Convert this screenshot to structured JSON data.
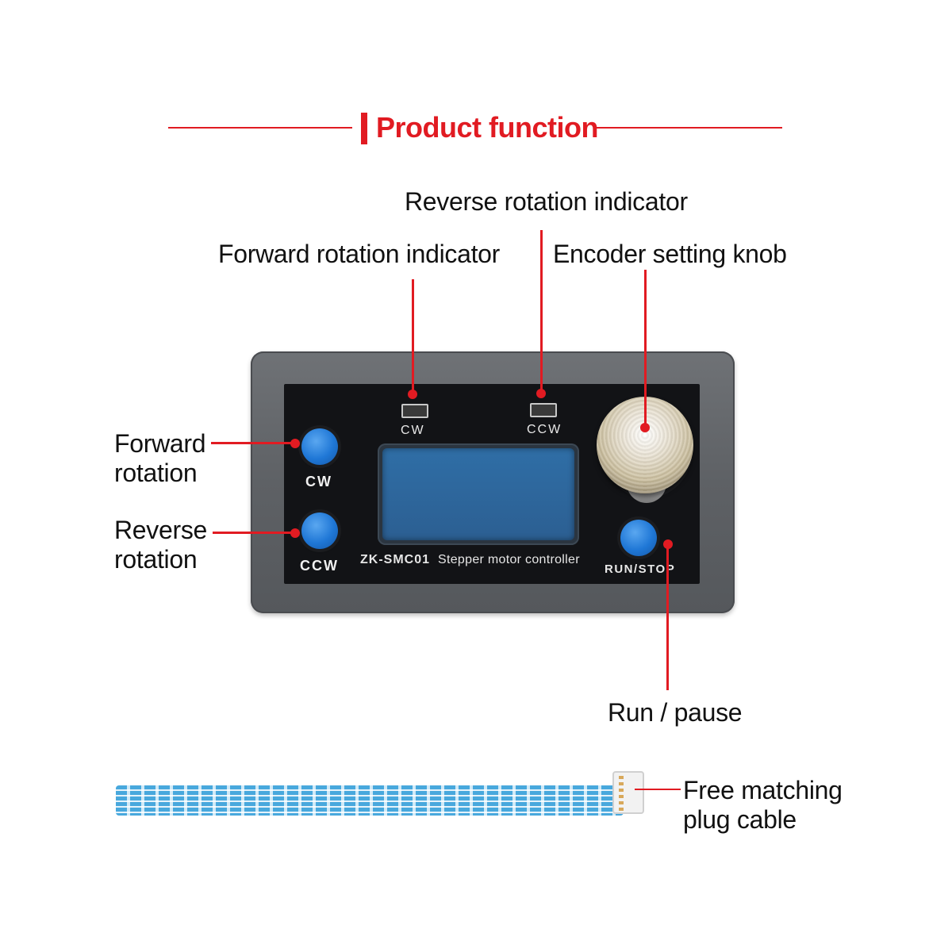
{
  "title": "Product function",
  "callouts": {
    "reverse_indicator": "Reverse rotation indicator",
    "forward_indicator": "Forward rotation indicator",
    "encoder_knob": "Encoder setting knob",
    "forward_rotation_line1": "Forward",
    "forward_rotation_line2": "rotation",
    "reverse_rotation_line1": "Reverse",
    "reverse_rotation_line2": "rotation",
    "run_pause": "Run / pause",
    "cable_line1": "Free matching",
    "cable_line2": "plug cable"
  },
  "device": {
    "led_cw_label": "CW",
    "led_ccw_label": "CCW",
    "btn_cw_label": "CW",
    "btn_ccw_label": "CCW",
    "btn_run_label": "RUN/STOP",
    "model_id": "ZK-SMC01",
    "model_desc": "Stepper motor controller"
  },
  "colors": {
    "accent": "#e11b22",
    "button_blue": "#1f77d6",
    "lcd_blue": "#2f6ea6",
    "case_gray": "#5e6165",
    "panel_black": "#121316",
    "cable_blue": "#3fa4dc"
  }
}
